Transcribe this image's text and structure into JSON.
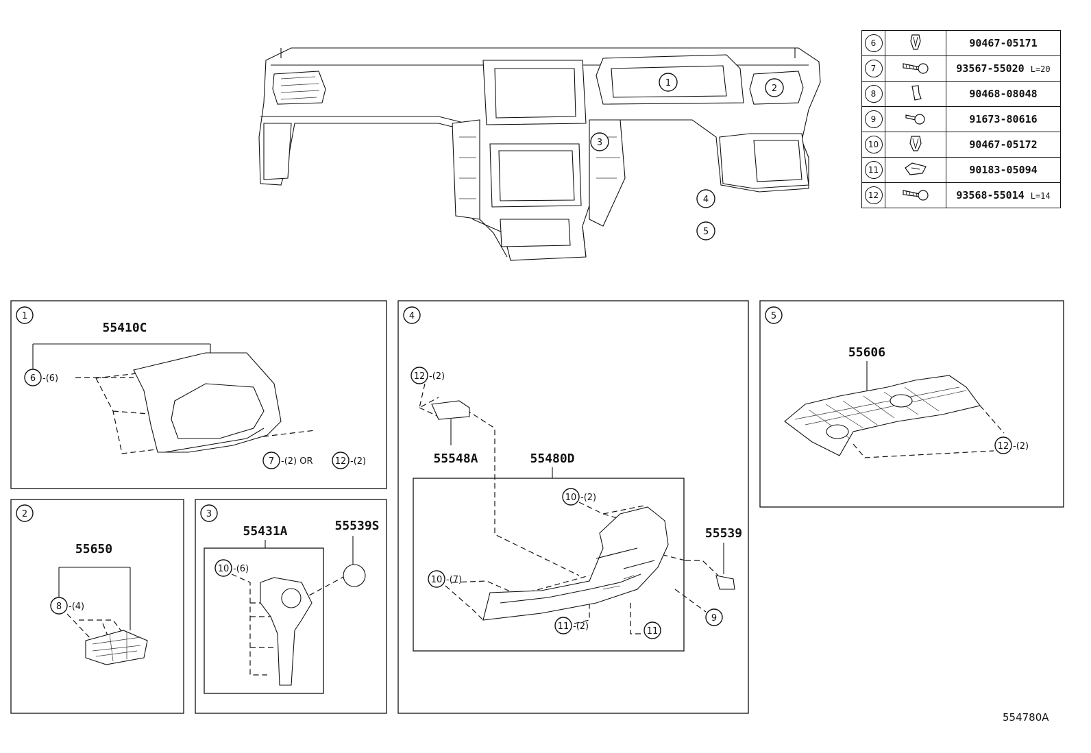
{
  "fastener_table": [
    {
      "ref": "6",
      "part": "90467-05171",
      "suffix": "",
      "icon": "clip-icon"
    },
    {
      "ref": "7",
      "part": "93567-55020",
      "suffix": "L=20",
      "icon": "screw-icon"
    },
    {
      "ref": "8",
      "part": "90468-08048",
      "suffix": "",
      "icon": "clip-icon"
    },
    {
      "ref": "9",
      "part": "91673-80616",
      "suffix": "",
      "icon": "screw-icon"
    },
    {
      "ref": "10",
      "part": "90467-05172",
      "suffix": "",
      "icon": "clip-icon"
    },
    {
      "ref": "11",
      "part": "90183-05094",
      "suffix": "",
      "icon": "nut-icon"
    },
    {
      "ref": "12",
      "part": "93568-55014",
      "suffix": "L=14",
      "icon": "screw-icon"
    }
  ],
  "overview": {
    "callouts": [
      "1",
      "2",
      "3",
      "4",
      "5"
    ]
  },
  "panels": {
    "p1": {
      "ref": "1",
      "part": "55410C",
      "note1": "6",
      "q1": "-(6)",
      "note2": "7",
      "q2": "-(2) OR",
      "note3": "12",
      "q3": "-(2)"
    },
    "p2": {
      "ref": "2",
      "part": "55650",
      "note1": "8",
      "q1": "-(4)"
    },
    "p3": {
      "ref": "3",
      "part_a": "55431A",
      "part_b": "55539S",
      "note1": "10",
      "q1": "-(6)"
    },
    "p4": {
      "ref": "4",
      "part_a": "55548A",
      "part_b": "55480D",
      "part_c": "55539",
      "n12": "12",
      "q12": "-(2)",
      "n10a": "10",
      "q10a": "-(2)",
      "n10b": "10",
      "q10b": "-(7)",
      "n11a": "11",
      "q11a": "-(2)",
      "n11b": "11",
      "n9": "9"
    },
    "p5": {
      "ref": "5",
      "part": "55606",
      "note1": "12",
      "q1": "-(2)"
    }
  },
  "catalog_code": "554780A"
}
